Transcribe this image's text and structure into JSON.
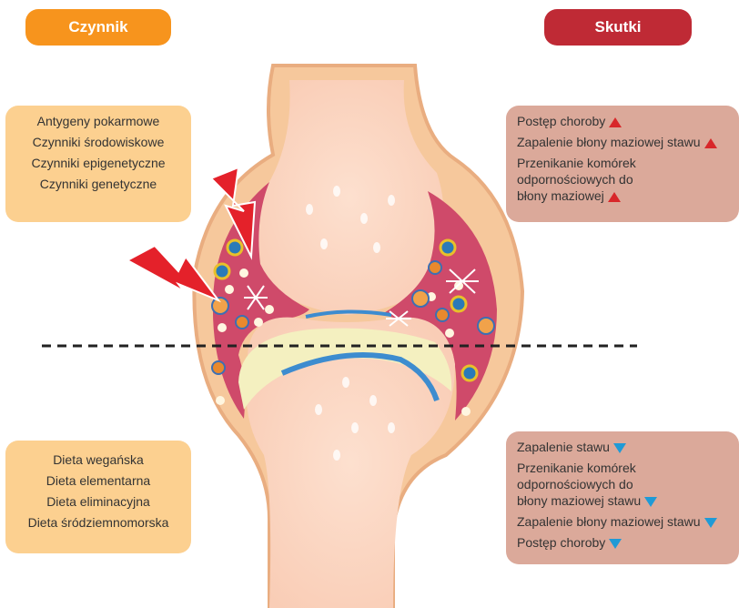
{
  "headers": {
    "left": "Czynnik",
    "right": "Skutki"
  },
  "factors_top": [
    "Antygeny pokarmowe",
    "Czynniki środowiskowe",
    "Czynniki epigenetyczne",
    "Czynniki genetyczne"
  ],
  "factors_bottom": [
    "Dieta wegańska",
    "Dieta elementarna",
    "Dieta eliminacyjna",
    "Dieta śródziemnomorska"
  ],
  "effects_top": [
    {
      "text": "Postęp choroby",
      "direction": "up"
    },
    {
      "text": "Zapalenie błony maziowej stawu",
      "direction": "up"
    },
    {
      "text": "Przenikanie komórek\nodpornościowych do\nbłony maziowej",
      "direction": "up"
    }
  ],
  "effects_bottom": [
    {
      "text": "Zapalenie stawu",
      "direction": "down"
    },
    {
      "text": "Przenikanie komórek\nodpornościowych do\nbłony maziowej stawu",
      "direction": "down"
    },
    {
      "text": "Zapalenie błony maziowej stawu",
      "direction": "down"
    },
    {
      "text": "Postęp choroby",
      "direction": "down"
    }
  ],
  "colors": {
    "factor_header": "#f7941d",
    "effect_header": "#bf2a35",
    "increase_arrow": "#d8272a",
    "decrease_arrow": "#1f9ad6"
  }
}
